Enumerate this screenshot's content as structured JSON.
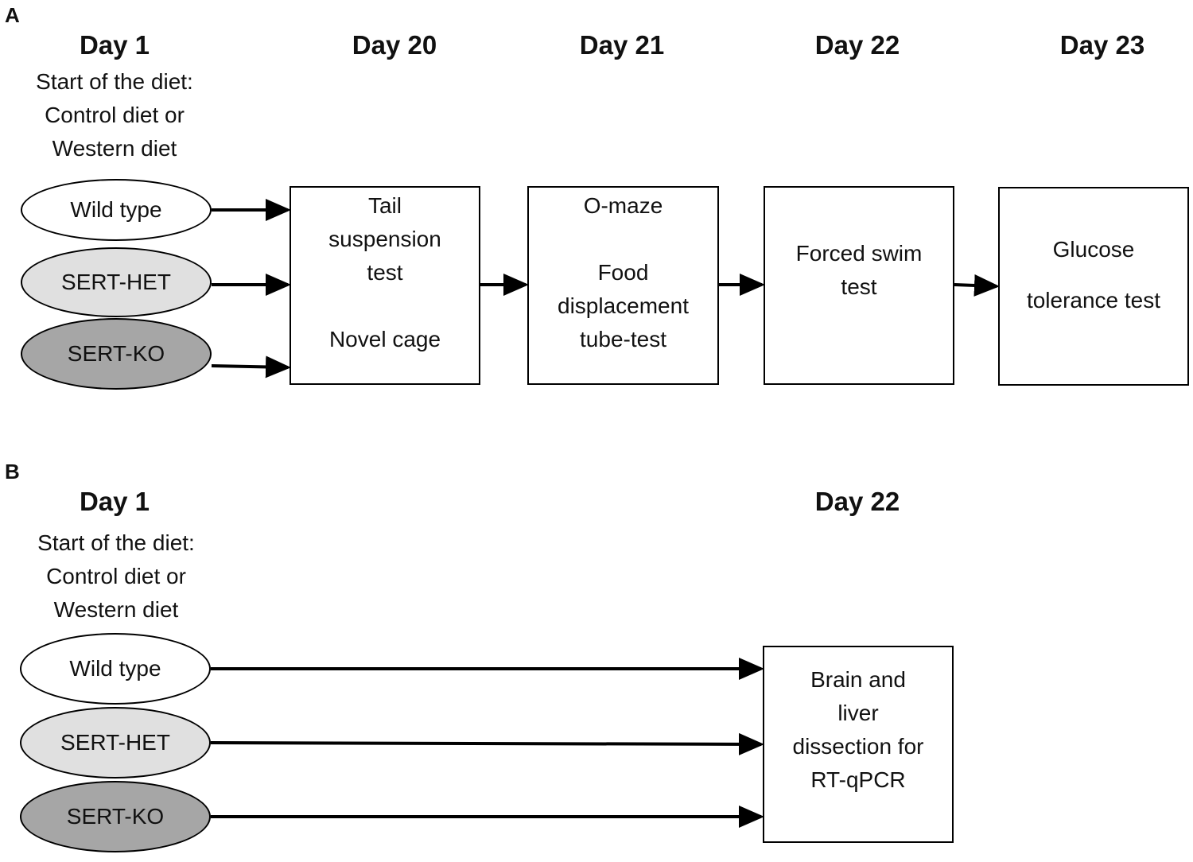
{
  "panel_a": {
    "label": "A",
    "days": [
      "Day 1",
      "Day 20",
      "Day 21",
      "Day 22",
      "Day 23"
    ],
    "start_lines": [
      "Start of the diet:",
      "Control diet or",
      "Western diet"
    ],
    "groups": [
      {
        "label": "Wild type",
        "fill": "#ffffff"
      },
      {
        "label": "SERT-HET",
        "fill": "#e0e0e0"
      },
      {
        "label": "SERT-KO",
        "fill": "#a6a6a6"
      }
    ],
    "boxes": [
      {
        "lines": [
          "Tail",
          "suspension",
          "test",
          "",
          "Novel cage"
        ]
      },
      {
        "lines": [
          "O-maze",
          "",
          "Food",
          "displacement",
          "tube-test"
        ]
      },
      {
        "lines": [
          "Forced swim",
          "test"
        ]
      },
      {
        "lines": [
          "Glucose",
          "",
          "tolerance test"
        ]
      }
    ]
  },
  "panel_b": {
    "label": "B",
    "days": [
      "Day 1",
      "Day 22"
    ],
    "start_lines": [
      "Start of the diet:",
      "Control diet or",
      "Western diet"
    ],
    "groups": [
      {
        "label": "Wild type",
        "fill": "#ffffff"
      },
      {
        "label": "SERT-HET",
        "fill": "#e0e0e0"
      },
      {
        "label": "SERT-KO",
        "fill": "#a6a6a6"
      }
    ],
    "box": {
      "lines": [
        "Brain and",
        "liver",
        "dissection for",
        "RT-qPCR"
      ]
    }
  }
}
